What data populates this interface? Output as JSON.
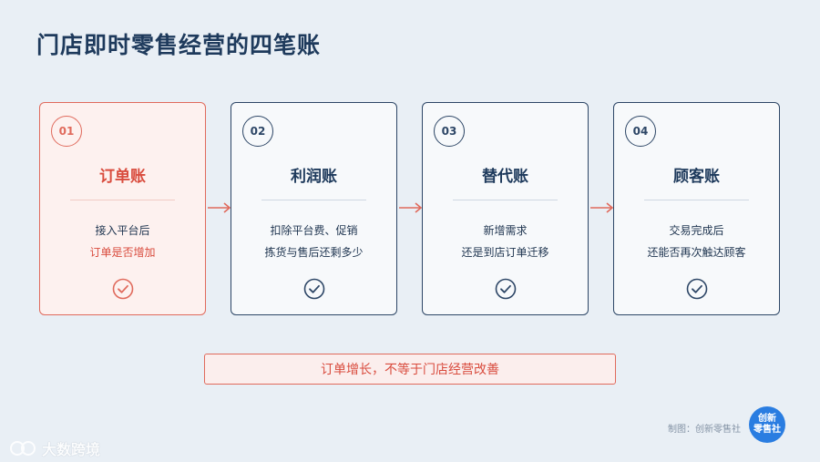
{
  "title": "门店即时零售经营的四笔账",
  "cards": [
    {
      "number": "01",
      "title": "订单账",
      "line1": "接入平台后",
      "line2": "订单是否增加"
    },
    {
      "number": "02",
      "title": "利润账",
      "line1": "扣除平台费、促销",
      "line2": "拣货与售后还剩多少"
    },
    {
      "number": "03",
      "title": "替代账",
      "line1": "新增需求",
      "line2": "还是到店订单迁移"
    },
    {
      "number": "04",
      "title": "顾客账",
      "line1": "交易完成后",
      "line2": "还能否再次触达顾客"
    }
  ],
  "banner": "订单增长，不等于门店经营改善",
  "credit": "制图：创新零售社",
  "logo": {
    "line1": "创新",
    "line2": "零售社"
  },
  "watermark": "大数跨境",
  "colors": {
    "accent": "#e06a5c",
    "primary": "#2d4666",
    "background": "#e9eff5"
  },
  "icons": [
    "check-circle-icon",
    "arrow-right-icon"
  ]
}
